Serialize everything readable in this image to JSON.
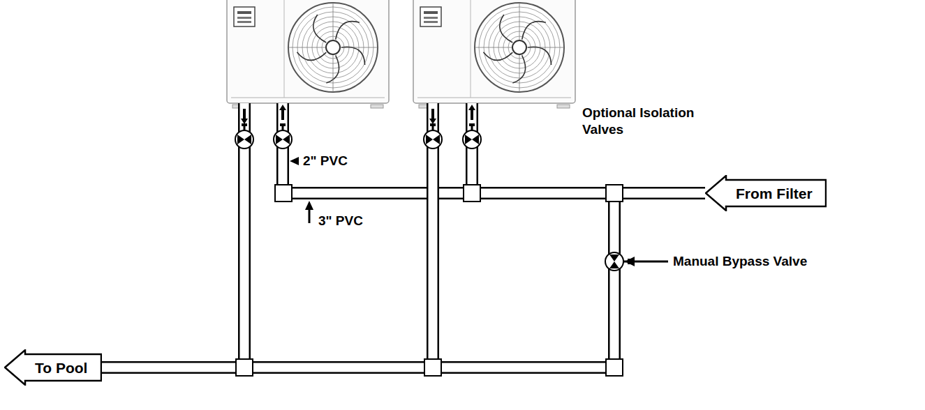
{
  "diagram": {
    "nodes": [
      {
        "text": [
          "From Filter"
        ]
      },
      {
        "text": [
          "To Pool"
        ]
      }
    ],
    "edges": [
      {
        "from": 0,
        "to": 1,
        "arrow": "none"
      }
    ],
    "labels": [
      "Optional Isolation Valves",
      "2\" PVC",
      "3\" PVC",
      "Manual Bypass Valve"
    ]
  }
}
